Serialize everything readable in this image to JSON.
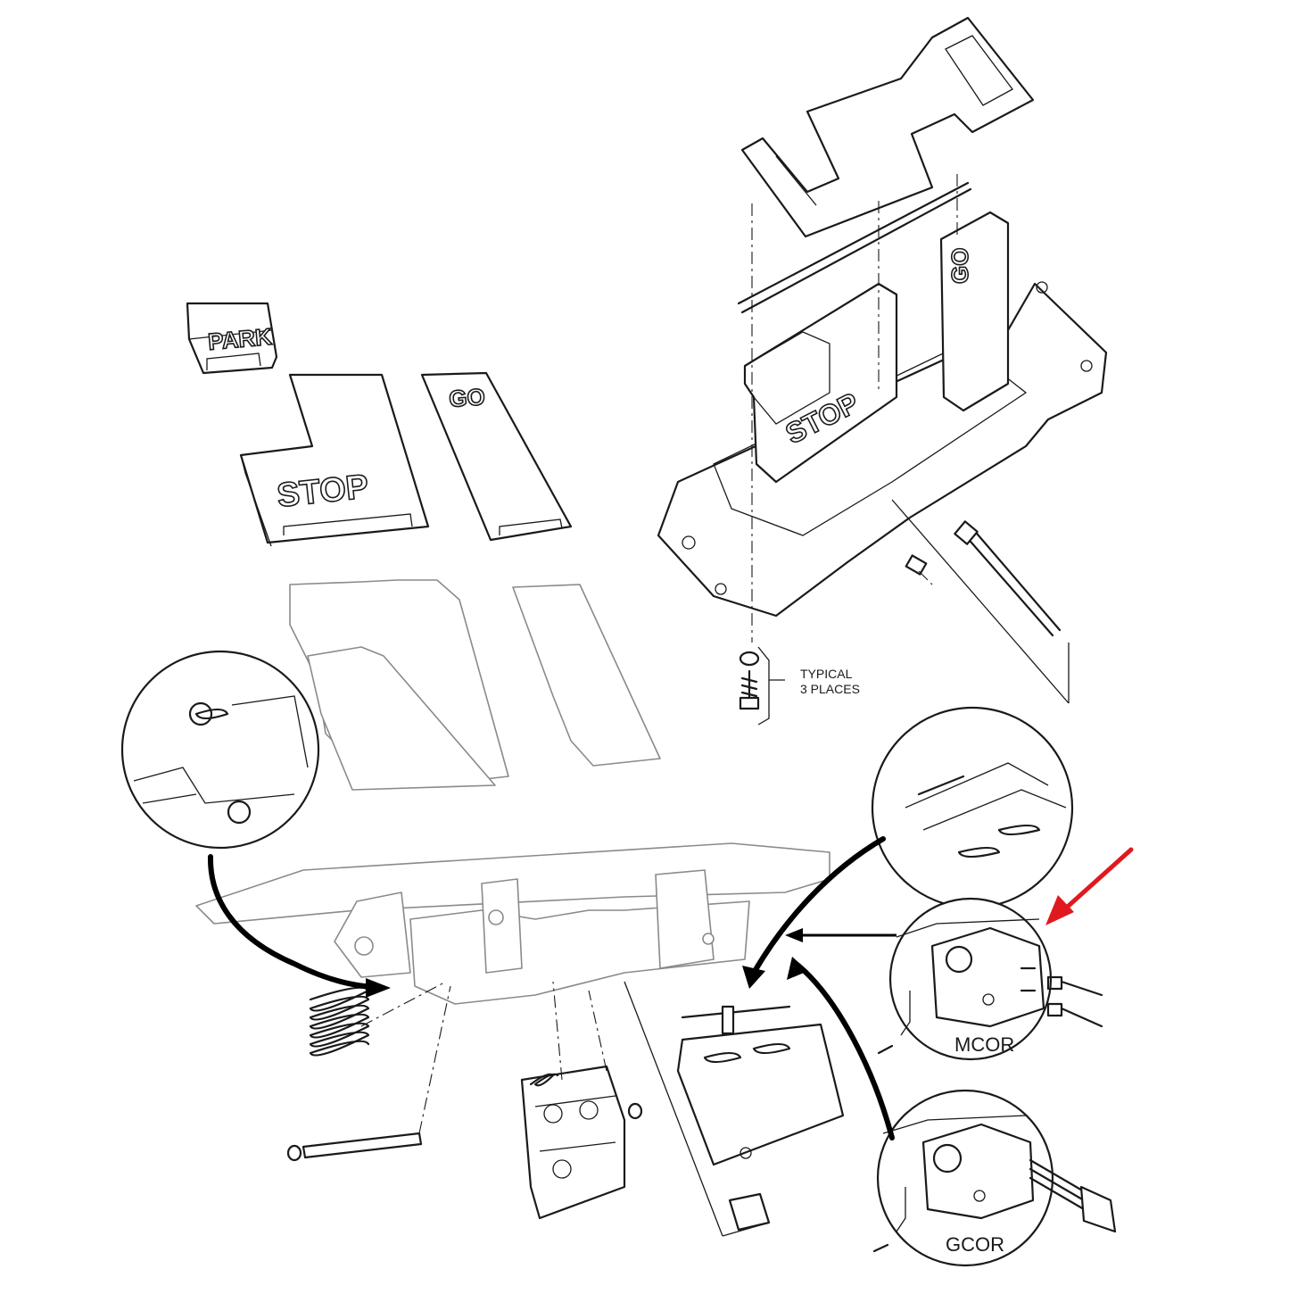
{
  "labels": {
    "park_cap": "PARK",
    "stop_pad_loose": "STOP",
    "go_pad_loose": "GO",
    "stop_pad_mounted": "STOP",
    "go_pad_mounted": "GO",
    "typical_line1": "TYPICAL",
    "typical_line2": "3 PLACES",
    "mcor": "MCOR",
    "gcor": "GCOR"
  },
  "colors": {
    "line": "#1a1a1a",
    "pointer_arrow": "#e0191f",
    "background": "#ffffff"
  },
  "icons": {
    "pointer": "red-arrow-icon"
  }
}
